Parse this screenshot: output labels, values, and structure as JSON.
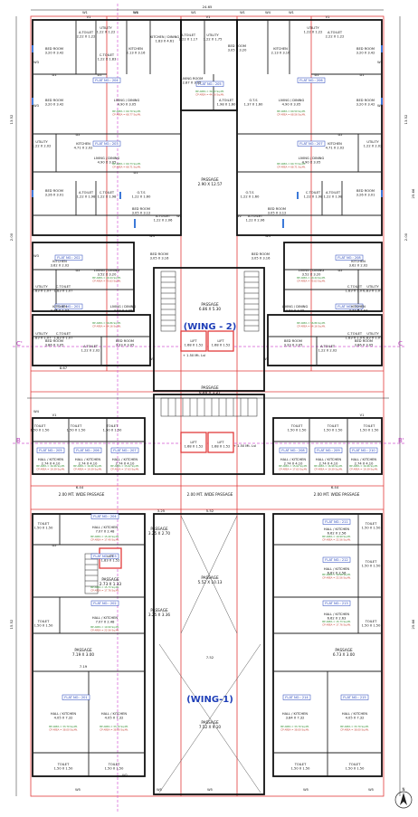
{
  "dims": {
    "top_width": "24.65",
    "left_heights": [
      "13.52",
      "2.00",
      "15.52"
    ],
    "right_heights": [
      "13.52",
      "25.66",
      "2.00",
      "25.66"
    ],
    "wing2_widths": [
      "8.67",
      "6.44",
      "6.44"
    ],
    "lower_widths": [
      "7.19",
      "3.25",
      "5.52",
      "7.52"
    ]
  },
  "wings": [
    {
      "label": "(WING - 2)"
    },
    {
      "label": "(WING-1)"
    }
  ],
  "section_marks": [
    "C'",
    "C",
    "B",
    "B'"
  ],
  "passages": [
    {
      "name": "PASSAGE",
      "size": "2.90 X 12.57"
    },
    {
      "name": "PASSAGE",
      "size": "6.86 X 5.30"
    },
    {
      "name": "PASSAGE",
      "size": "6.86 X 1.27"
    },
    {
      "name": "2.00 MT. WIDE PASSAGE",
      "size": ""
    },
    {
      "name": "2.00 MT. WIDE PASSAGE",
      "size": ""
    },
    {
      "name": "2.00 MT. WIDE PASSAGE",
      "size": ""
    },
    {
      "name": "PASSAGE",
      "size": "5.52 X 10.13"
    },
    {
      "name": "PASSAGE",
      "size": "7.52 X 9.10"
    },
    {
      "name": "PASSAGE",
      "size": "3.25 X 2.70"
    },
    {
      "name": "PASSAGE",
      "size": "2.73 X 1.33"
    },
    {
      "name": "PASSAGE",
      "size": "3.25 X 3.36"
    },
    {
      "name": "PASSAGE",
      "size": "7.19 X 3.00"
    },
    {
      "name": "PASSAGE",
      "size": "6.73 X 3.00"
    }
  ],
  "flats": [
    {
      "label": "FLAT NO.: 204"
    },
    {
      "label": "FLAT NO.: 205"
    },
    {
      "label": "FLAT NO.: 206"
    },
    {
      "label": "FLAT NO.: 203"
    },
    {
      "label": "FLAT NO.: 207"
    },
    {
      "label": "FLAT NO.: 202"
    },
    {
      "label": "FLAT NO.: 208"
    },
    {
      "label": "FLAT NO.: 201"
    },
    {
      "label": "FLAT NO.: 209"
    },
    {
      "label": "FLAT NO.: 205"
    },
    {
      "label": "FLAT NO.: 206"
    },
    {
      "label": "FLAT NO.: 207"
    },
    {
      "label": "FLAT NO.: 208"
    },
    {
      "label": "FLAT NO.: 209"
    },
    {
      "label": "FLAT NO.: 210"
    },
    {
      "label": "FLAT NO.: 204"
    },
    {
      "label": "FLAT NO.: 203"
    },
    {
      "label": "FLAT NO.: 202"
    },
    {
      "label": "FLAT NO.: 201"
    },
    {
      "label": "FLAT NO.: 211"
    },
    {
      "label": "FLAT NO.: 212"
    },
    {
      "label": "FLAT NO.: 213"
    },
    {
      "label": "FLAT NO.: 214"
    },
    {
      "label": "FLAT NO.: 215"
    }
  ],
  "rooms": [
    {
      "name": "BED ROOM",
      "size": "3.20 X 3.42"
    },
    {
      "name": "A.TOILET",
      "size": "2.22 X 1.22"
    },
    {
      "name": "UTILITY",
      "size": "1.22 X 1.22"
    },
    {
      "name": "KITCHEN",
      "size": "2.13 X 3.16"
    },
    {
      "name": "KITCHEN / DINING",
      "size": "1.83 X 4.61"
    },
    {
      "name": "A.TOILET",
      "size": "2.22 X 1.17"
    },
    {
      "name": "UTILITY",
      "size": "1.22 X 1.75"
    },
    {
      "name": "BED ROOM",
      "size": "3.05 X 3.20"
    },
    {
      "name": "KITCHEN",
      "size": "2.13 X 3.16"
    },
    {
      "name": "UTILITY",
      "size": "1.22 X 1.22"
    },
    {
      "name": "A.TOILET",
      "size": "2.22 X 1.22"
    },
    {
      "name": "BED ROOM",
      "size": "3.20 X 3.42"
    },
    {
      "name": "C.TOILET",
      "size": "1.22 X 1.83"
    },
    {
      "name": "LIVING ROOM",
      "size": "2.87 X 3.05"
    },
    {
      "name": "BED ROOM",
      "size": "3.20 X 3.42"
    },
    {
      "name": "LIVING / DINING",
      "size": "4.90 X 3.05"
    },
    {
      "name": "A.TOILET",
      "size": "1.98 X 1.60"
    },
    {
      "name": "O.T.S",
      "size": "1.37 X 1.60"
    },
    {
      "name": "LIVING / DINING",
      "size": "4.90 X 3.05"
    },
    {
      "name": "BED ROOM",
      "size": "3.20 X 3.42"
    },
    {
      "name": "UTILITY",
      "size": "1.22 X 2.02"
    },
    {
      "name": "KITCHEN",
      "size": "4.71 X 2.02"
    },
    {
      "name": "KITCHEN",
      "size": "4.71 X 2.02"
    },
    {
      "name": "UTILITY",
      "size": "1.22 X 2.02"
    },
    {
      "name": "LIVING / DINING",
      "size": "4.90 X 3.05"
    },
    {
      "name": "LIVING / DINING",
      "size": "4.90 X 3.05"
    },
    {
      "name": "BED ROOM",
      "size": "3.26 X 3.01"
    },
    {
      "name": "A.TOILET",
      "size": "1.22 X 1.98"
    },
    {
      "name": "C.TOILET",
      "size": "1.22 X 1.98"
    },
    {
      "name": "O.T.S",
      "size": "1.22 X 1.60"
    },
    {
      "name": "BED ROOM",
      "size": "3.05 X 3.12"
    },
    {
      "name": "A.TOILET",
      "size": "1.22 X 2.06"
    },
    {
      "name": "O.T.S",
      "size": "1.22 X 1.60"
    },
    {
      "name": "A.TOILET",
      "size": "1.22 X 2.06"
    },
    {
      "name": "BED ROOM",
      "size": "3.05 X 3.12"
    },
    {
      "name": "C.TOILET",
      "size": "1.22 X 1.98"
    },
    {
      "name": "A.TOILET",
      "size": "1.22 X 1.98"
    },
    {
      "name": "BED ROOM",
      "size": "3.26 X 3.01"
    },
    {
      "name": "KITCHEN",
      "size": "3.62 X 2.02"
    },
    {
      "name": "BED ROOM",
      "size": "3.05 X 3.16"
    },
    {
      "name": "BED ROOM",
      "size": "3.05 X 3.16"
    },
    {
      "name": "KITCHEN",
      "size": "3.62 X 2.02"
    },
    {
      "name": "LIVING / DINING",
      "size": "3.52 X 3.20"
    },
    {
      "name": "LIVING / DINING",
      "size": "3.52 X 3.20"
    },
    {
      "name": "UTILITY",
      "size": "1.83 X 1.07"
    },
    {
      "name": "C.TOILET",
      "size": "1.83 X 1.07"
    },
    {
      "name": "C.TOILET",
      "size": "1.83 X 1.07"
    },
    {
      "name": "UTILITY",
      "size": "1.83 X 1.07"
    },
    {
      "name": "KITCHEN",
      "size": "3.77 X 1.97"
    },
    {
      "name": "LIVING / DINING",
      "size": "4.87 X 3.05"
    },
    {
      "name": "LIVING / DINING",
      "size": "4.87 X 3.05"
    },
    {
      "name": "KITCHEN",
      "size": "3.77 X 1.97"
    },
    {
      "name": "UTILITY",
      "size": "1.83 X 1.07"
    },
    {
      "name": "C.TOILET",
      "size": "1.83 X 1.07"
    },
    {
      "name": "C.TOILET",
      "size": "1.83 X 1.07"
    },
    {
      "name": "UTILITY",
      "size": "1.83 X 1.07"
    },
    {
      "name": "BED ROOM",
      "size": "3.86 X 3.05"
    },
    {
      "name": "A.TOILET",
      "size": "1.22 X 2.02"
    },
    {
      "name": "BED ROOM",
      "size": "3.33 X 3.05"
    },
    {
      "name": "BED ROOM",
      "size": "3.33 X 3.05"
    },
    {
      "name": "A.TOILET",
      "size": "1.22 X 2.02"
    },
    {
      "name": "BED ROOM",
      "size": "3.86 X 3.05"
    },
    {
      "name": "LIFT",
      "size": "1.68 X 1.52"
    },
    {
      "name": "LIFT",
      "size": "1.68 X 1.52"
    },
    {
      "name": "LIFT",
      "size": "1.68 X 1.52"
    },
    {
      "name": "LIFT",
      "size": "1.68 X 1.52"
    },
    {
      "name": "TOILET",
      "size": "1.50 X 1.50"
    },
    {
      "name": "TOILET",
      "size": "1.50 X 1.50"
    },
    {
      "name": "TOILET",
      "size": "1.50 X 1.50"
    },
    {
      "name": "TOILET",
      "size": "1.50 X 1.50"
    },
    {
      "name": "TOILET",
      "size": "1.50 X 1.50"
    },
    {
      "name": "TOILET",
      "size": "1.50 X 1.50"
    },
    {
      "name": "HALL / KITCHEN",
      "size": "2.74 X 4.10"
    },
    {
      "name": "HALL / KITCHEN",
      "size": "2.74 X 4.10"
    },
    {
      "name": "HALL / KITCHEN",
      "size": "2.74 X 4.10"
    },
    {
      "name": "HALL / KITCHEN",
      "size": "2.74 X 4.10"
    },
    {
      "name": "HALL / KITCHEN",
      "size": "2.74 X 4.10"
    },
    {
      "name": "HALL / KITCHEN",
      "size": "2.74 X 4.10"
    },
    {
      "name": "TOILET",
      "size": "1.50 X 1.50"
    },
    {
      "name": "HALL / KITCHEN",
      "size": "7.07 X 2.48"
    },
    {
      "name": "HALL / KITCHEN",
      "size": "6.62 X 2.56"
    },
    {
      "name": "TOILET",
      "size": "1.50 X 1.50"
    },
    {
      "name": "LIFT",
      "size": "1.83 X 1.52"
    },
    {
      "name": "HALL / KITCHEN",
      "size": "6.62 X 2.56"
    },
    {
      "name": "TOILET",
      "size": "1.50 X 1.50"
    },
    {
      "name": "TOILET",
      "size": "1.50 X 1.50"
    },
    {
      "name": "HALL / KITCHEN",
      "size": "7.07 X 2.48"
    },
    {
      "name": "HALL / KITCHEN",
      "size": "6.62 X 2.63"
    },
    {
      "name": "TOILET",
      "size": "1.50 X 1.50"
    },
    {
      "name": "HALL / KITCHEN",
      "size": "4.05 X 7.32"
    },
    {
      "name": "HALL / KITCHEN",
      "size": "4.05 X 7.32"
    },
    {
      "name": "HALL / KITCHEN",
      "size": "3.84 X 7.32"
    },
    {
      "name": "HALL / KITCHEN",
      "size": "4.05 X 7.32"
    },
    {
      "name": "TOILET",
      "size": "1.50 X 1.50"
    },
    {
      "name": "TOILET",
      "size": "1.50 X 1.50"
    },
    {
      "name": "TOILET",
      "size": "1.50 X 1.50"
    },
    {
      "name": "TOILET",
      "size": "1.50 X 1.50"
    }
  ],
  "areas": [
    {
      "bp": "BP AREA = 60.70 Sq.Mt.",
      "cp": "CP AREA = 68.77 Sq.Mt."
    },
    {
      "bp": "BP AREA = 39.63 Sq.Mt.",
      "cp": "CP AREA = 44.16 Sq.Mt."
    },
    {
      "bp": "BP AREA = 60.50 Sq.Mt.",
      "cp": "CP AREA = 68.56 Sq.Mt."
    },
    {
      "bp": "BP AREA = 60.73 Sq.Mt.",
      "cp": "CP AREA = 68.71 Sq.Mt."
    },
    {
      "bp": "BP AREA = 60.73 Sq.Mt.",
      "cp": "CP AREA = 68.71 Sq.Mt."
    },
    {
      "bp": "BP AREA = 40.44 Sq.Mt.",
      "cp": "CP AREA = 45.63 Sq.Mt."
    },
    {
      "bp": "BP AREA = 40.44 Sq.Mt.",
      "cp": "CP AREA = 45.63 Sq.Mt."
    },
    {
      "bp": "BP AREA = 56.86 Sq.Mt.",
      "cp": "CP AREA = 64.16 Sq.Mt."
    },
    {
      "bp": "BP AREA = 56.86 Sq.Mt.",
      "cp": "CP AREA = 64.16 Sq.Mt."
    },
    {
      "bp": "BP AREA = 16.96 Sq.Mt.",
      "cp": "CP AREA = 19.39 Sq.Mt."
    },
    {
      "bp": "BP AREA = 16.96 Sq.Mt.",
      "cp": "CP AREA = 19.39 Sq.Mt."
    },
    {
      "bp": "BP AREA = 15.62 Sq.Mt.",
      "cp": "CP AREA = 17.63 Sq.Mt."
    },
    {
      "bp": "BP AREA = 15.62 Sq.Mt.",
      "cp": "CP AREA = 17.63 Sq.Mt."
    },
    {
      "bp": "BP AREA = 16.96 Sq.Mt.",
      "cp": "CP AREA = 19.39 Sq.Mt."
    },
    {
      "bp": "BP AREA = 16.96 Sq.Mt.",
      "cp": "CP AREA = 19.39 Sq.Mt."
    },
    {
      "bp": "BP AREA = 15.40 Sq.Mt.",
      "cp": "CP AREA = 17.40 Sq.Mt."
    },
    {
      "bp": "BP AREA = 15.73 Sq.Mt.",
      "cp": "CP AREA = 17.76 Sq.Mt."
    },
    {
      "bp": "BP AREA = 19.99 Sq.Mt.",
      "cp": "CP AREA = 22.56 Sq.Mt."
    },
    {
      "bp": "BP AREA = 19.99 Sq.Mt.",
      "cp": "CP AREA = 22.56 Sq.Mt."
    },
    {
      "bp": "BP AREA = 19.99 Sq.Mt.",
      "cp": "CP AREA = 22.56 Sq.Mt."
    },
    {
      "bp": "BP AREA = 15.73 Sq.Mt.",
      "cp": "CP AREA = 17.76 Sq.Mt."
    },
    {
      "bp": "BP AREA = 33.70 Sq.Mt.",
      "cp": "CP AREA = 38.00 Sq.Mt."
    },
    {
      "bp": "BP AREA = 33.70 Sq.Mt.",
      "cp": "CP AREA = 38.00 Sq.Mt."
    },
    {
      "bp": "BP AREA = 33.70 Sq.Mt.",
      "cp": "CP AREA = 38.00 Sq.Mt."
    },
    {
      "bp": "BP AREA = 33.70 Sq.Mt.",
      "cp": "CP AREA = 38.00 Sq.Mt."
    }
  ],
  "tags": [
    "W1",
    "W2",
    "W3",
    "W4",
    "W5",
    "D1",
    "D2",
    "V1"
  ],
  "level_labels": [
    "+ 1.50 Mt. Lvl",
    "+ 1.50 Mt. Lvl"
  ],
  "compass": "N"
}
